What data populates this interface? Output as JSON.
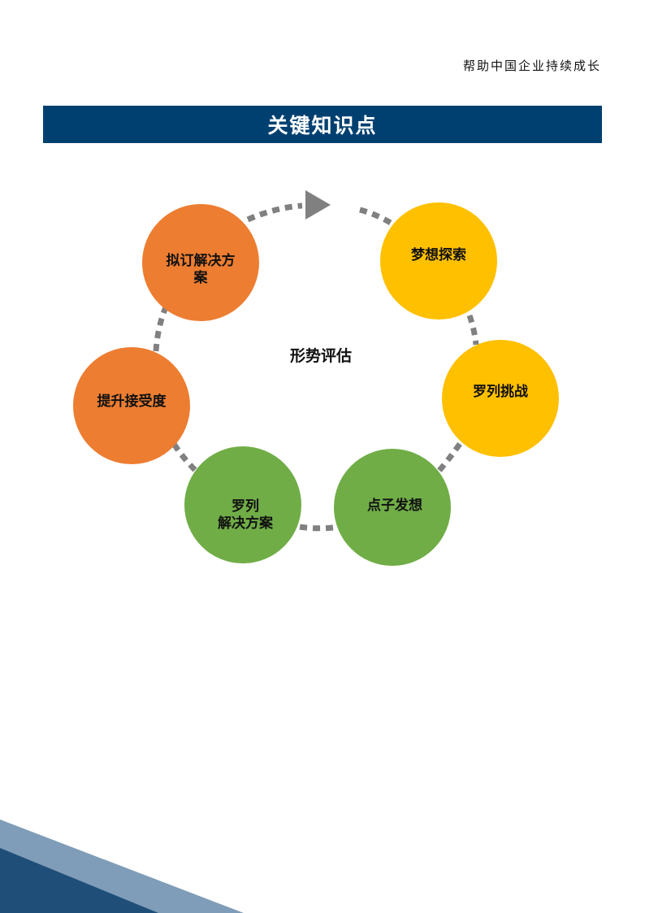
{
  "header": {
    "tagline": "帮助中国企业持续成长"
  },
  "title": "关键知识点",
  "diagram": {
    "center_label": "形势评估",
    "nodes": [
      {
        "id": "n1",
        "lines": [
          "梦想探索"
        ],
        "color": "#FFC000"
      },
      {
        "id": "n2",
        "lines": [
          "罗列挑战"
        ],
        "color": "#FFC000"
      },
      {
        "id": "n3",
        "lines": [
          "点子发想"
        ],
        "color": "#70AD47"
      },
      {
        "id": "n4",
        "lines": [
          "罗列",
          "解决方案"
        ],
        "color": "#70AD47"
      },
      {
        "id": "n5",
        "lines": [
          "提升接受度"
        ],
        "color": "#ED7D31"
      },
      {
        "id": "n6",
        "lines": [
          "拟订解决方",
          "案"
        ],
        "color": "#ED7D31"
      }
    ],
    "connector_color": "#808080"
  },
  "colors": {
    "title_bar": "#004070",
    "corner_light": "#7F9DB8",
    "corner_dark": "#1F4E79"
  }
}
